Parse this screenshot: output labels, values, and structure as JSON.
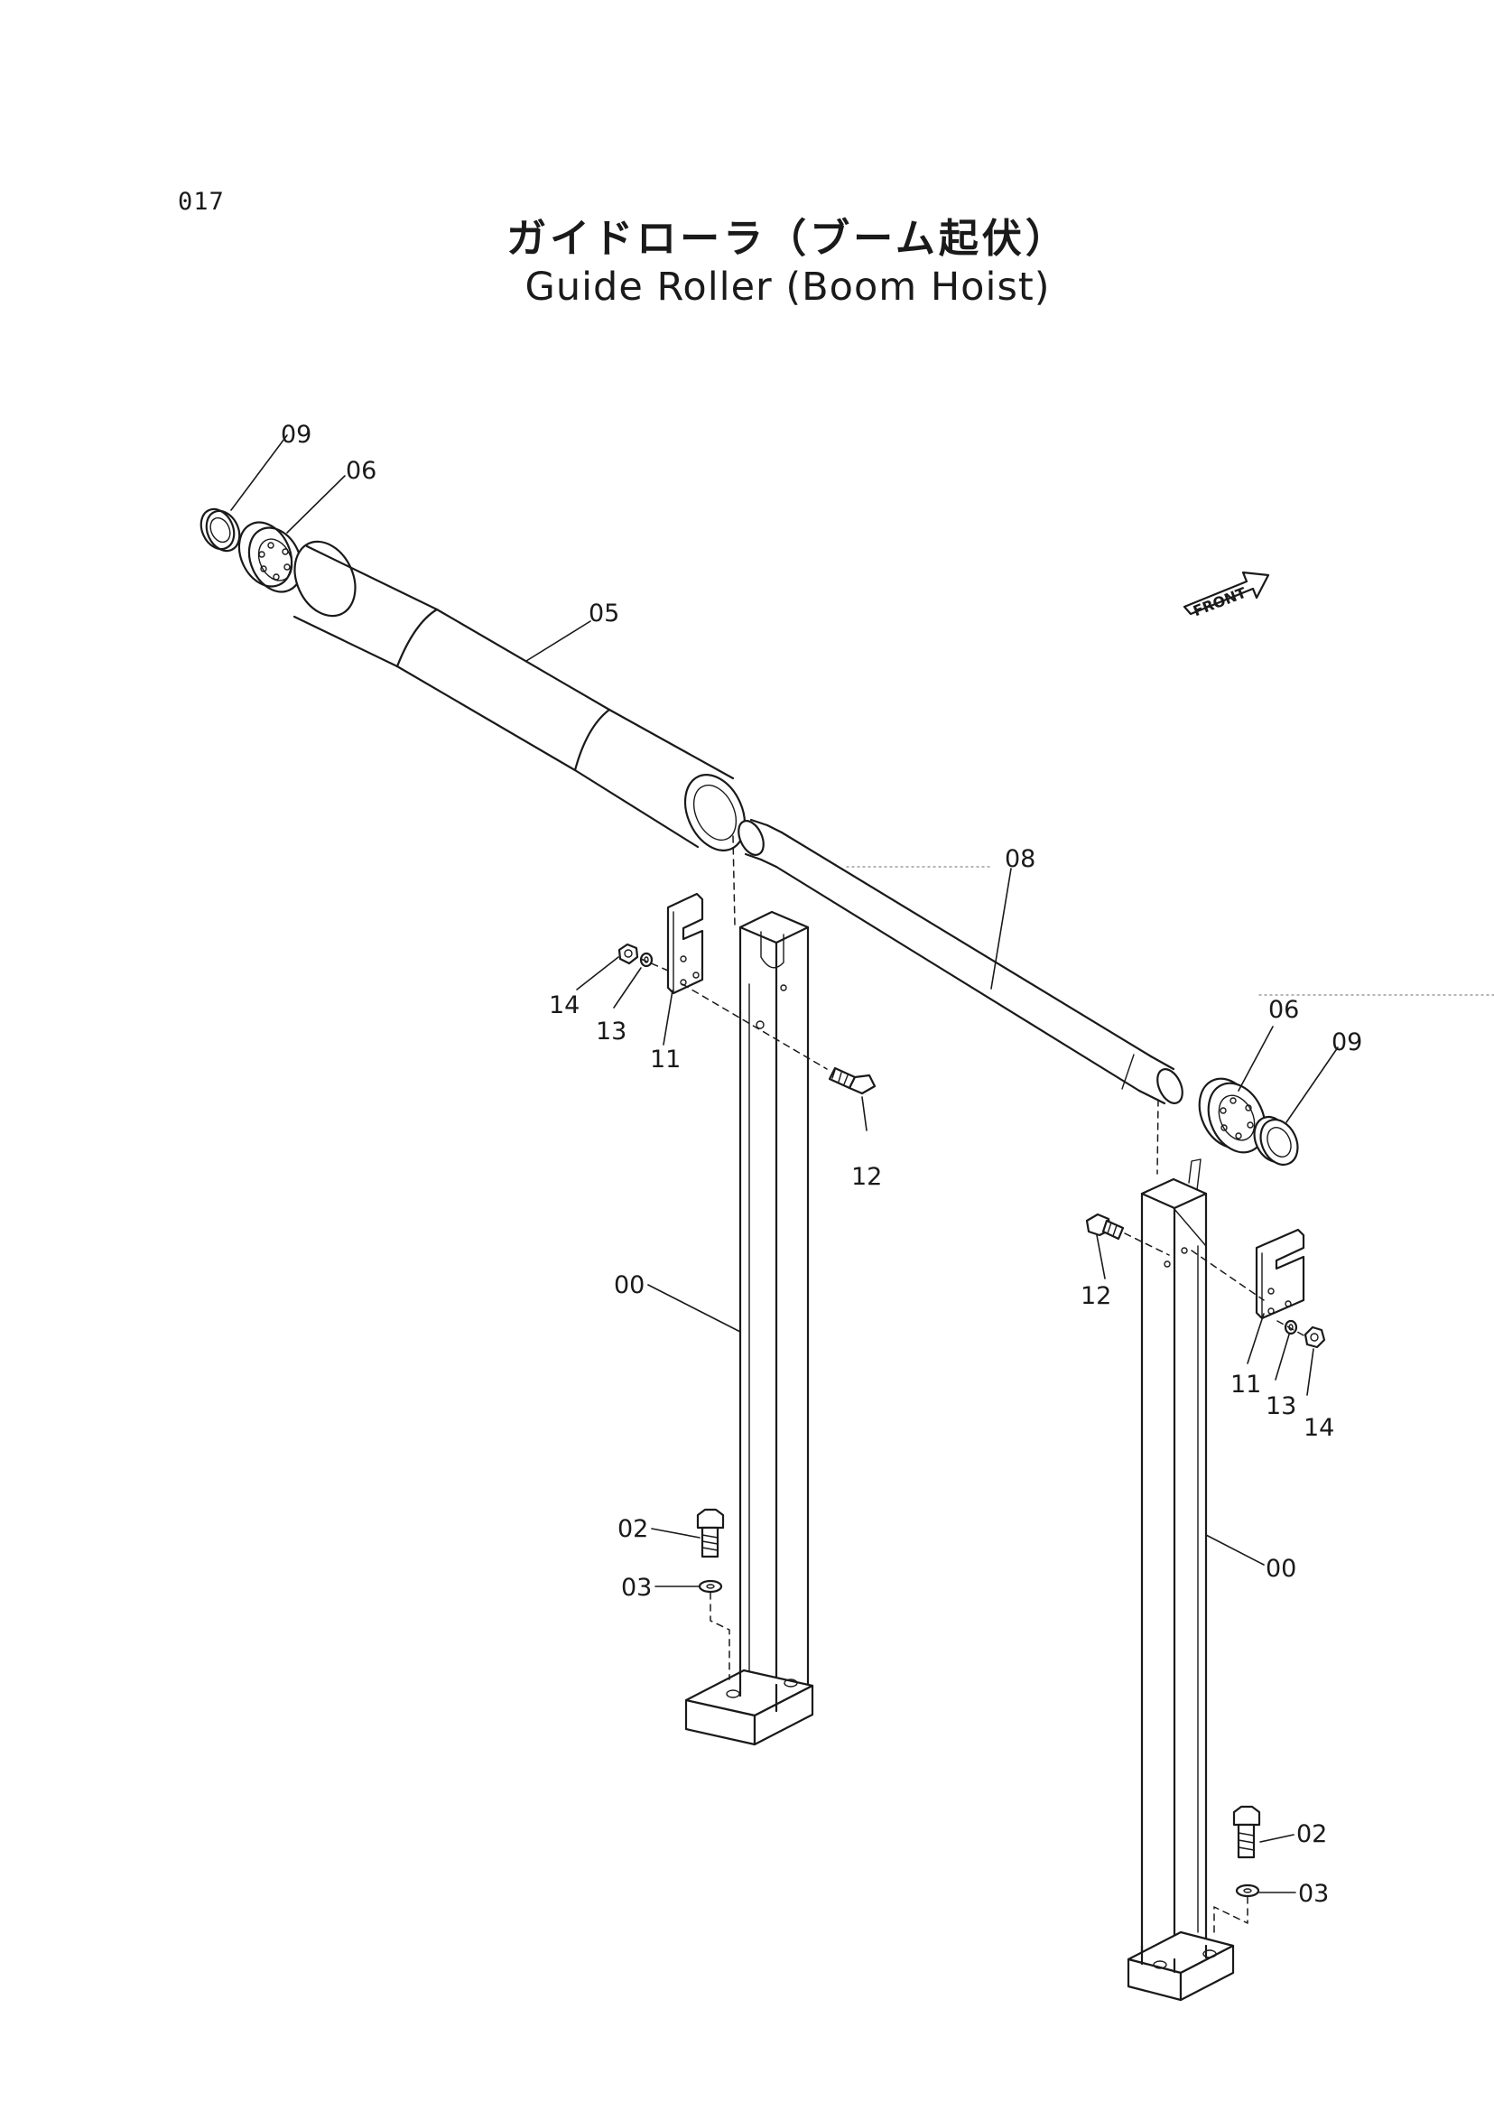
{
  "page_number": "017",
  "title_jp": "ガイドローラ（ブーム起伏）",
  "title_en": "Guide Roller (Boom Hoist)",
  "front_label": "FRONT",
  "callouts": {
    "c09a": "09",
    "c06a": "06",
    "c05": "05",
    "c08": "08",
    "c14a": "14",
    "c13a": "13",
    "c11a": "11",
    "c12a": "12",
    "c06b": "06",
    "c09b": "09",
    "c12b": "12",
    "c11b": "11",
    "c13b": "13",
    "c14b": "14",
    "c00a": "00",
    "c00b": "00",
    "c02a": "02",
    "c03a": "03",
    "c02b": "02",
    "c03b": "03"
  }
}
